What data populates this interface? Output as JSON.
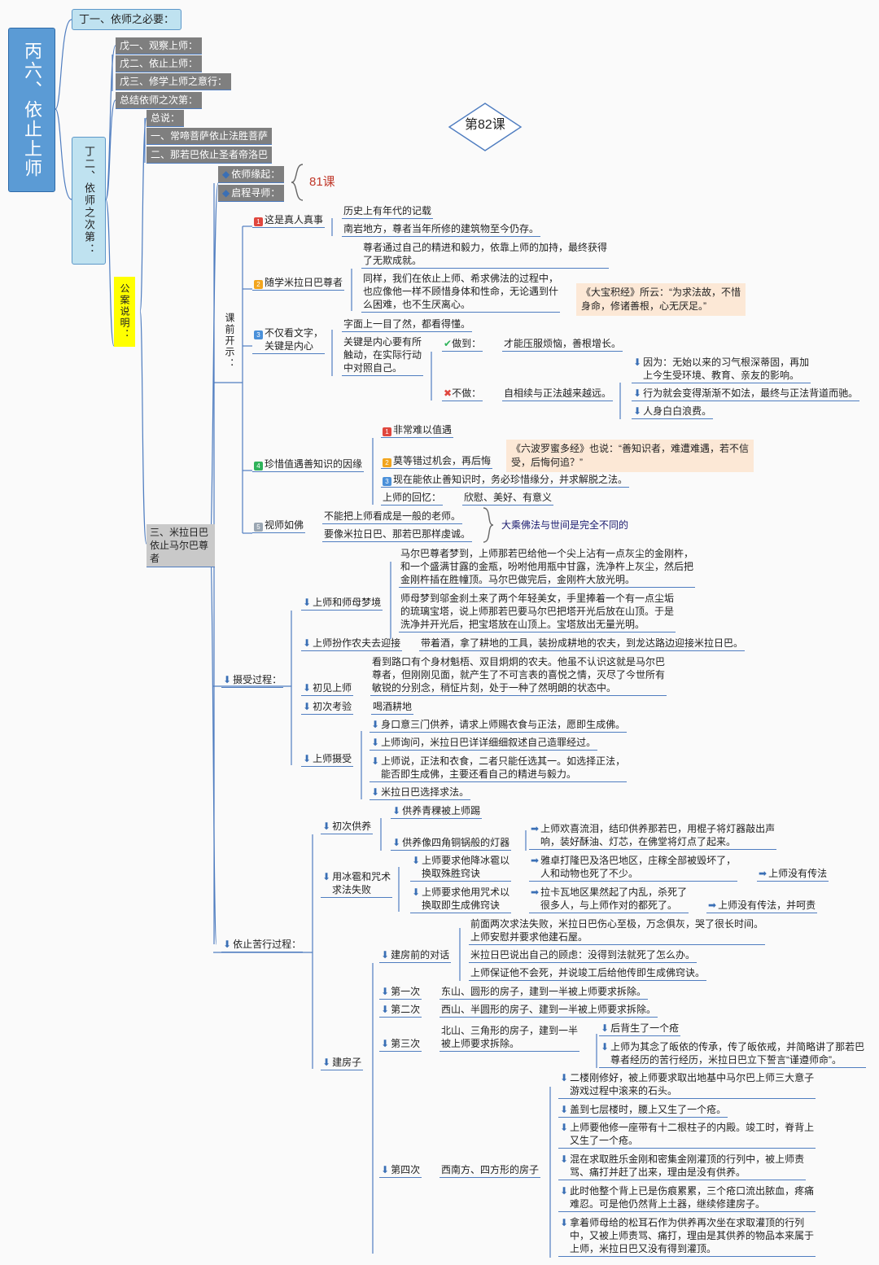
{
  "title": {
    "lesson": "第82课",
    "root": "丙六、依止上师",
    "ref81": "81课"
  },
  "ding1": "丁一、依师之必要：",
  "ding2": "丁二、依师之次第：",
  "wu": [
    "戊一、观察上师：",
    "戊二、依止上师：",
    "戊三、修学上师之意行：",
    "总结依师之次第："
  ],
  "gongan": "公案说明：",
  "zongshuo": {
    "label": "总说：",
    "items": [
      "一、常啼菩萨依止法胜菩萨",
      "二、那若巴依止圣者帝洛巴"
    ]
  },
  "sanmi": "三、米拉日巴依止马尔巴尊者",
  "yuanqi": [
    "依师缘起：",
    "启程寻师："
  ],
  "kqks": "课前开示：",
  "s1": {
    "label": "这是真人真事",
    "a": "历史上有年代的记载",
    "b": "南岩地方，尊者当年所修的建筑物至今仍存。"
  },
  "s2": {
    "label": "随学米拉日巴尊者",
    "a": [
      "尊者通过自己的精进和毅力，依靠上师的加持，最终获得",
      "了无欺成就。"
    ],
    "b": [
      "同样，我们在依止上师、希求佛法的过程中，",
      "也应像他一样不顾惜身体和性命，无论遇到什",
      "么困难，也不生厌离心。"
    ],
    "quote": [
      "《大宝积经》所云：“为求法故，不惜",
      "身命，修诸善根，心无厌足。”"
    ]
  },
  "s3": {
    "label": [
      "不仅看文字，",
      "关键是内心"
    ],
    "a": "字面上一目了然，都看得懂。",
    "b": [
      "关键是内心要有所",
      "触动，在实际行动",
      "中对照自己。"
    ],
    "do": "做到：",
    "do_r": "才能压服烦恼，善根增长。",
    "nodo": "不做：",
    "nodo_r": "自相续与正法越来越远。",
    "r1": [
      "因为：无始以来的习气根深蒂固，再加",
      "上今生受环境、教育、亲友的影响。"
    ],
    "r2": "行为就会变得渐渐不如法，最终与正法背道而驰。",
    "r3": "人身白白浪费。"
  },
  "s4": {
    "label": "珍惜值遇善知识的因缘",
    "a": "非常难以值遇",
    "b": "莫等错过机会，再后悔",
    "b_quote": [
      "《六波罗蜜多经》也说：“善知识者，难遭难遇，若不信",
      "受，后悔何追？”"
    ],
    "c": "现在能依止善知识时，务必珍惜缘分，并求解脱之法。",
    "d": "上师的回忆：",
    "d_r": "欣慰、美好、有意义"
  },
  "s5": {
    "label": "视师如佛",
    "a": "不能把上师看成是一般的老师。",
    "b": "要像米拉日巴、那若巴那样虔诚。",
    "r": "大乘佛法与世间是完全不同的"
  },
  "she": {
    "label": "摄受过程：",
    "dream": "上师和师母梦境",
    "dream_a": [
      "马尔巴尊者梦到，上师那若巴给他一个尖上沾有一点灰尘的金刚杵，",
      "和一个盛满甘露的金瓶，吩咐他用瓶中甘露，洗净杵上灰尘，然后把",
      "金刚杵插在胜幢顶。马尔巴做完后，金刚杵大放光明。"
    ],
    "dream_b": [
      "师母梦到邬金刹土来了两个年轻美女，手里捧着一个有一点尘垢",
      "的琉璃宝塔，说上师那若巴要马尔巴把塔开光后放在山顶。于是",
      "洗净并开光后，把宝塔放在山顶上。宝塔放出无量光明。"
    ],
    "farmer": "上师扮作农夫去迎接",
    "farmer_r": "带着酒，拿了耕地的工具，装扮成耕地的农夫，到龙达路边迎接米拉日巴。",
    "meet": "初见上师",
    "meet_r": [
      "看到路口有个身材魁梧、双目炯炯的农夫。他虽不认识这就是马尔巴",
      "尊者，但刚刚见面，就产生了不可言表的喜悦之情，灭尽了今世所有",
      "敏锐的分别念，稍怔片刻，处于一种了然明朗的状态中。"
    ],
    "test": "初次考验",
    "test_r": "喝酒耕地",
    "accept": "上师摄受",
    "acc": [
      "身口意三门供养，请求上师赐衣食与正法，愿即生成佛。",
      "上师询问，米拉日巴详详细细叙述自己造罪经过。"
    ],
    "acc3": [
      "上师说，正法和衣食，二者只能任选其一。如选择正法，",
      "能否即生成佛，主要还看自己的精进与毅力。"
    ],
    "acc4": "米拉日巴选择求法。"
  },
  "ku": {
    "label": "依止苦行过程：",
    "chu": "初次供养",
    "chu1": "供养青稞被上师踢",
    "chu2": "供养像四角铜锅般的灯器",
    "chu2_r": [
      "上师欢喜流泪，结印供养那若巴，用棍子将灯器敲出声",
      "响，装好酥油、灯芯，在佛堂将灯点了起来。"
    ],
    "bing": [
      "用冰雹和咒术",
      "求法失败"
    ],
    "b1": [
      "上师要求他降冰雹以",
      "换取殊胜窍诀"
    ],
    "b1_r": [
      "雅卓打隆巴及洛巴地区，庄稼全部被毁坏了，",
      "人和动物也死了不少。"
    ],
    "b1_rr": "上师没有传法",
    "b2": [
      "上师要求他用咒术以",
      "换取即生成佛窍诀"
    ],
    "b2_r": [
      "拉卡瓦地区果然起了内乱，杀死了",
      "很多人，与上师作对的都死了。"
    ],
    "b2_rr": "上师没有传法，并呵责",
    "jf": "建房子",
    "dh": "建房前的对话",
    "dh1": [
      "前面两次求法失败，米拉日巴伤心至极，万念俱灰，哭了很长时间。",
      "上师安慰并要求他建石屋。"
    ],
    "dh2": "米拉日巴说出自己的顾虑：没得到法就死了怎么办。",
    "dh3": "上师保证他不会死，并说竣工后给他传即生成佛窍诀。",
    "c1": "第一次",
    "c1_r": "东山、圆形的房子，建到一半被上师要求拆除。",
    "c2": "第二次",
    "c2_r": "西山、半圆形的房子、建到一半被上师要求拆除。",
    "c3": "第三次",
    "c3_r": [
      "北山、三角形的房子，建到一半",
      "被上师要求拆除。"
    ],
    "c3_a": "后背生了一个疮",
    "c3_b": [
      "上师为其念了皈依的传承，传了皈依戒，并简略讲了那若巴",
      "尊者经历的苦行经历，米拉日巴立下誓言“谨遵师命”。"
    ],
    "c4": "第四次",
    "c4_r": "西南方、四方形的房子",
    "c4_items": [
      [
        "二楼刚修好，被上师要求取出地基中马尔巴上师三大意子",
        "游戏过程中滚来的石头。"
      ],
      [
        "盖到七层楼时，腰上又生了一个疮。"
      ],
      [
        "上师要他修一座带有十二根柱子的内殿。竣工时，脊背上",
        "又生了一个疮。"
      ],
      [
        "混在求取胜乐金刚和密集金刚灌顶的行列中，被上师责",
        "骂、痛打并赶了出来，理由是没有供养。"
      ],
      [
        "此时他整个背上已是伤痕累累，三个疮口流出脓血，疼痛",
        "难忍。可是他仍然背上土器，继续修建房子。"
      ],
      [
        "拿着师母给的松耳石作为供养再次坐在求取灌顶的行列",
        "中，又被上师责骂、痛打，理由是其供养的物品本来属于",
        "上师，米拉日巴又没有得到灌顶。"
      ]
    ]
  },
  "colors": {
    "line": "#4f7dc0",
    "n1": "#e0473e",
    "n2": "#f2a51e",
    "n3": "#4a90d9",
    "n4": "#2fb35a",
    "n5": "#9aa6b2"
  }
}
